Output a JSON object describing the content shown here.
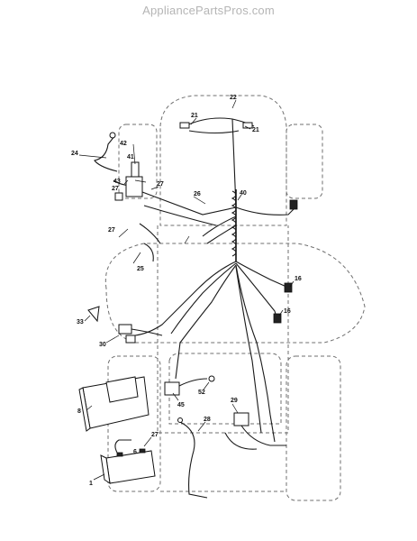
{
  "watermark": "AppliancePartsPros.com",
  "diagram": {
    "callouts": [
      {
        "id": "c-1",
        "text": "1"
      },
      {
        "id": "c-6",
        "text": "6"
      },
      {
        "id": "c-8",
        "text": "8"
      },
      {
        "id": "c-16a",
        "text": "16"
      },
      {
        "id": "c-16b",
        "text": "16"
      },
      {
        "id": "c-21a",
        "text": "21"
      },
      {
        "id": "c-21b",
        "text": "21"
      },
      {
        "id": "c-22",
        "text": "22"
      },
      {
        "id": "c-24",
        "text": "24"
      },
      {
        "id": "c-25",
        "text": "25"
      },
      {
        "id": "c-26",
        "text": "26"
      },
      {
        "id": "c-27a",
        "text": "27"
      },
      {
        "id": "c-27b",
        "text": "27"
      },
      {
        "id": "c-27c",
        "text": "27"
      },
      {
        "id": "c-27d",
        "text": "27"
      },
      {
        "id": "c-28",
        "text": "28"
      },
      {
        "id": "c-29",
        "text": "29"
      },
      {
        "id": "c-30",
        "text": "30"
      },
      {
        "id": "c-33",
        "text": "33"
      },
      {
        "id": "c-40",
        "text": "40"
      },
      {
        "id": "c-41",
        "text": "41"
      },
      {
        "id": "c-42",
        "text": "42"
      },
      {
        "id": "c-43",
        "text": "43"
      },
      {
        "id": "c-45",
        "text": "45"
      },
      {
        "id": "c-52",
        "text": "52"
      }
    ]
  }
}
